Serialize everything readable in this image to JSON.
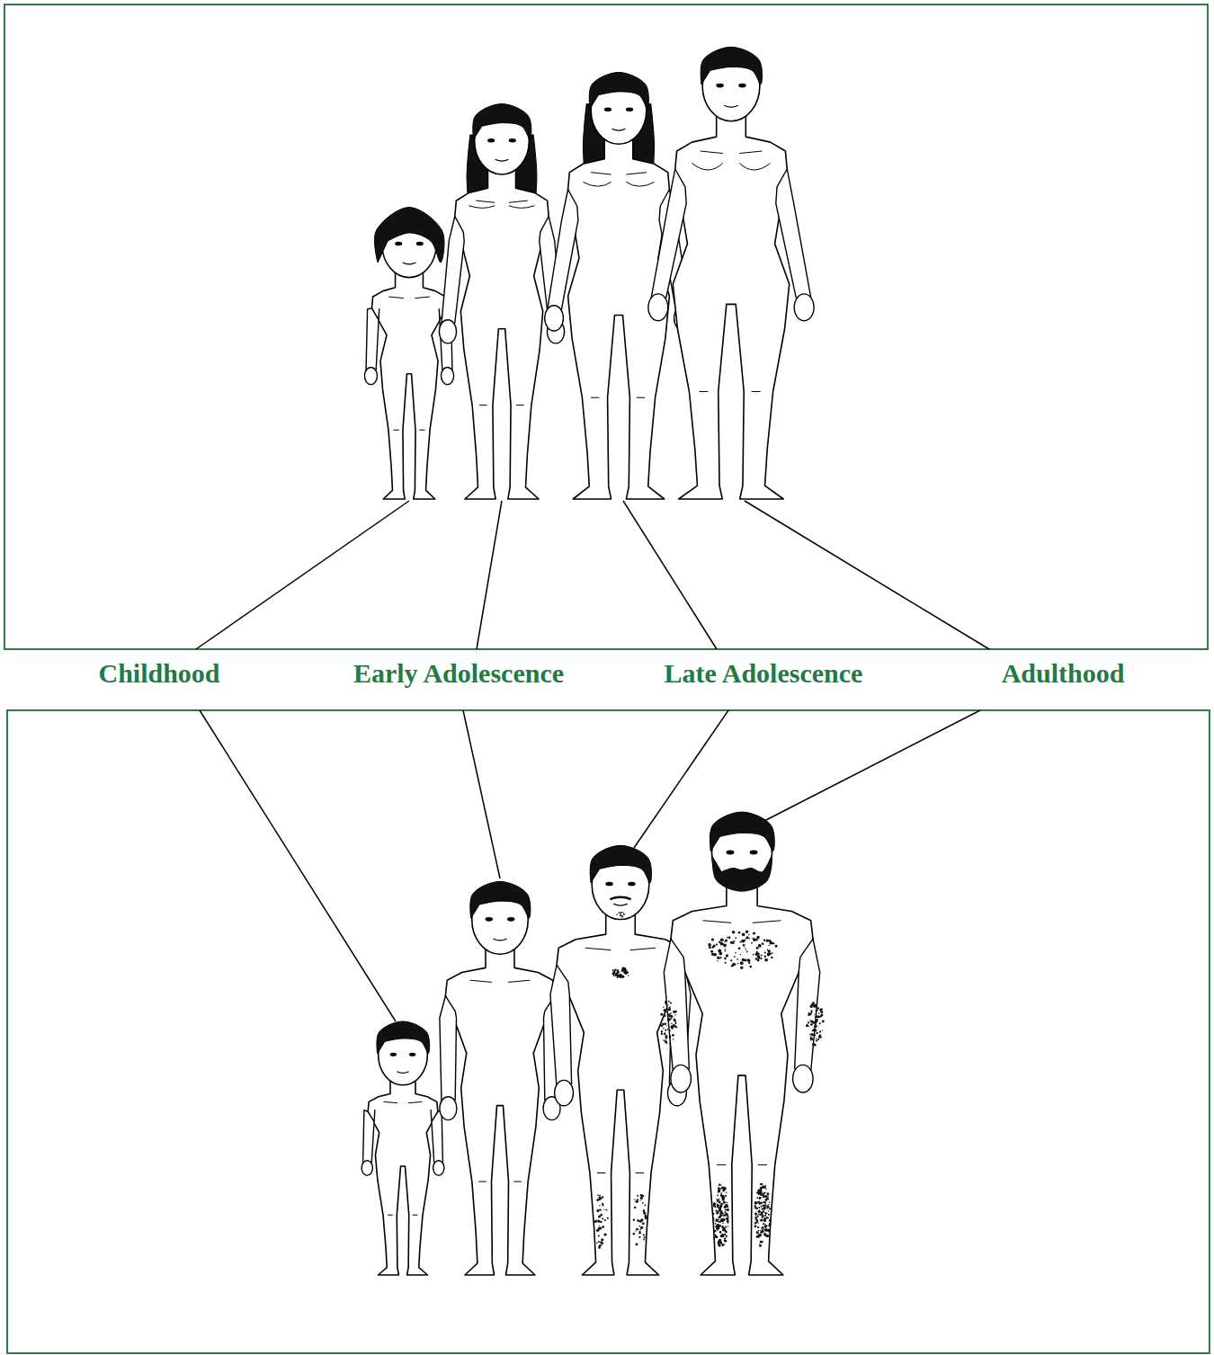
{
  "diagram": {
    "labels": [
      "Childhood",
      "Early Adolescence",
      "Late Adolescence",
      "Adulthood"
    ]
  }
}
